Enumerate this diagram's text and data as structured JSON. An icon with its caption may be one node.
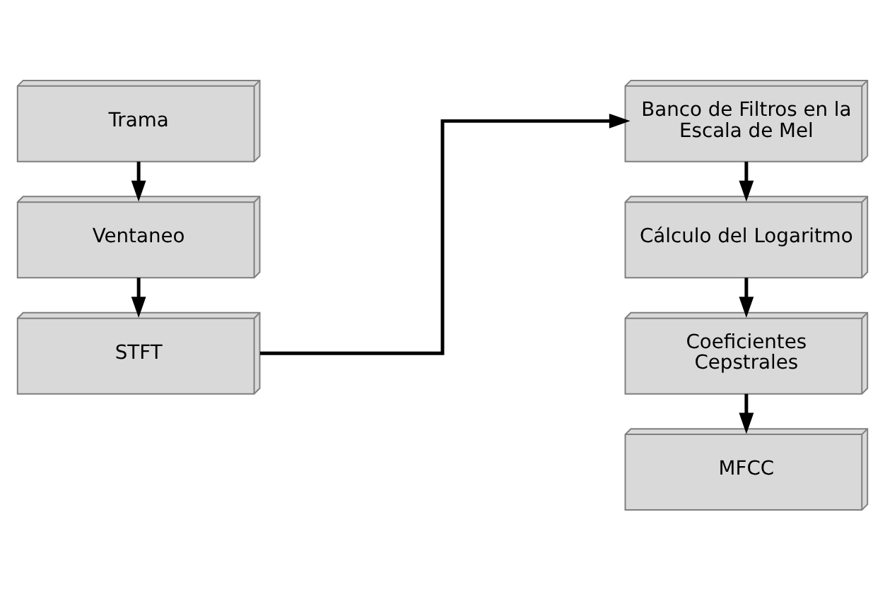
{
  "diagram": {
    "nodes": [
      {
        "text": [
          "Trama"
        ]
      },
      {
        "text": [
          "Ventaneo"
        ]
      },
      {
        "text": [
          "STFT"
        ]
      },
      {
        "text": [
          "Banco de Filtros en la Escala de Mel"
        ]
      },
      {
        "text": [
          "Cálculo del Logaritmo"
        ]
      },
      {
        "text": [
          "Coeficientes Cepstrales"
        ]
      },
      {
        "text": [
          "MFCC"
        ]
      }
    ],
    "edges": [
      {
        "from": 0,
        "to": 1,
        "arrow": "to"
      },
      {
        "from": 1,
        "to": 2,
        "arrow": "to"
      },
      {
        "from": 2,
        "to": 3,
        "arrow": "to"
      },
      {
        "from": 3,
        "to": 4,
        "arrow": "to"
      },
      {
        "from": 4,
        "to": 5,
        "arrow": "to"
      },
      {
        "from": 5,
        "to": 6,
        "arrow": "to"
      }
    ]
  }
}
